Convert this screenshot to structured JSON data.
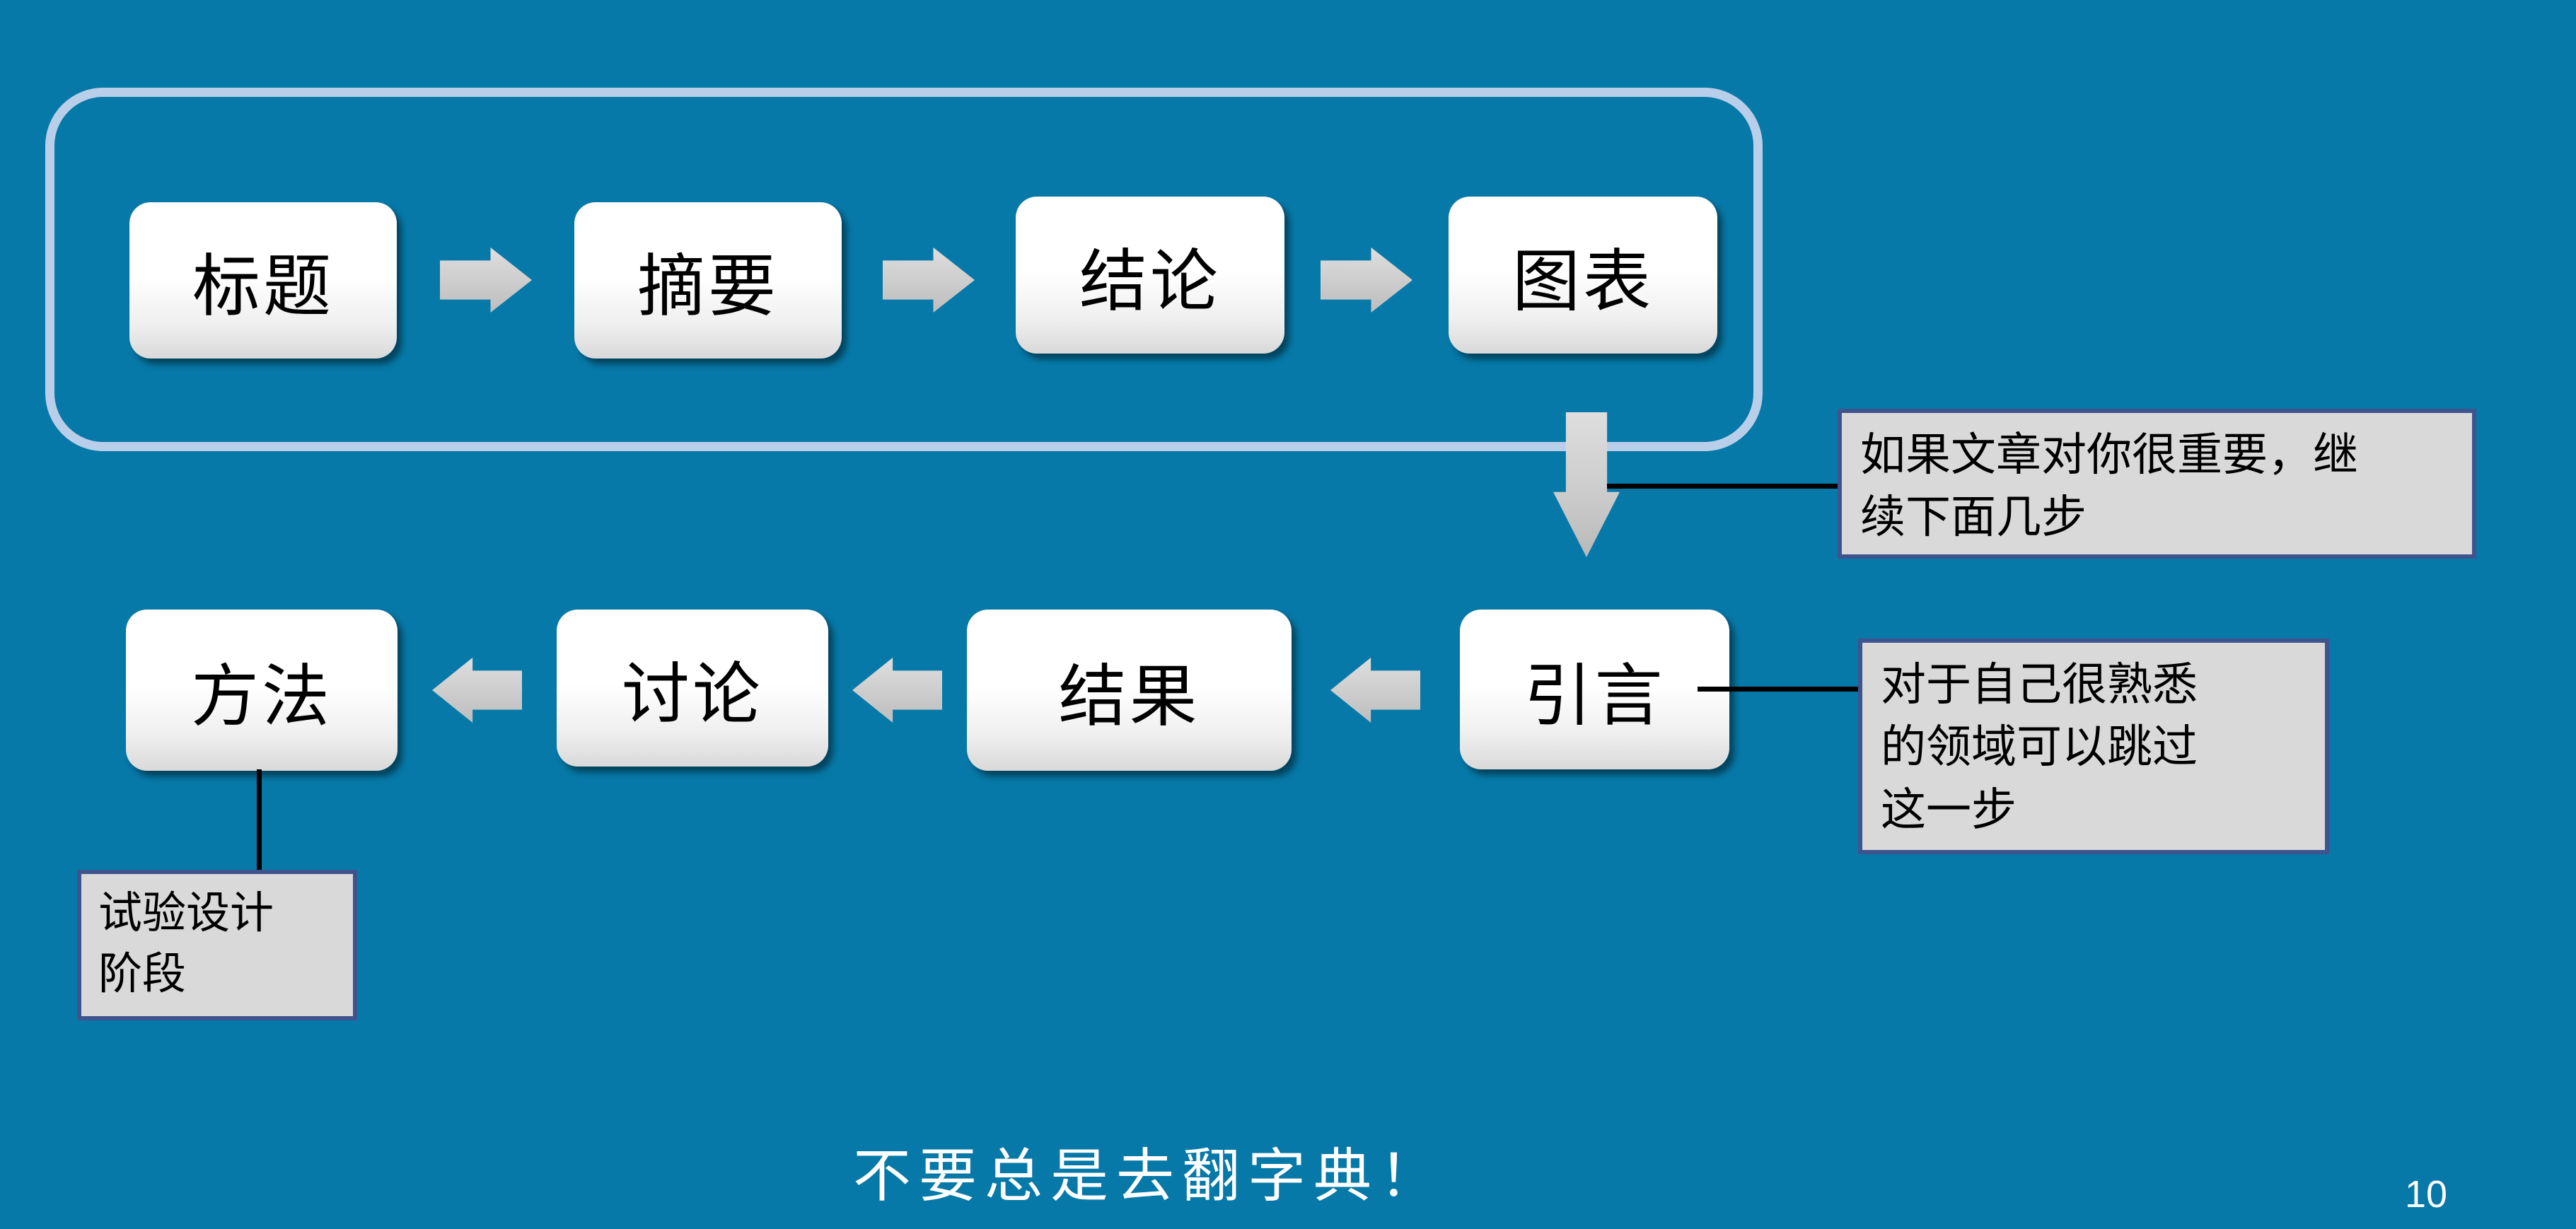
{
  "slide": {
    "kind": "presentation-slide-flowchart",
    "page_number": "10",
    "bottom_note": "不要总是去翻字典！"
  },
  "flow": {
    "row1": [
      {
        "label": "标题"
      },
      {
        "label": "摘要"
      },
      {
        "label": "结论"
      },
      {
        "label": "图表"
      }
    ],
    "row2": [
      {
        "label": "方法"
      },
      {
        "label": "讨论"
      },
      {
        "label": "结果"
      },
      {
        "label": "引言"
      }
    ],
    "callouts": {
      "continue_note": "如果文章对你很重要，继\n续下面几步",
      "skip_note": "对于自己很熟悉\n的领域可以跳过\n这一步",
      "design_stage_note": "试验设计\n阶段"
    }
  },
  "icons": {
    "right-arrow-icon": "→",
    "left-arrow-icon": "←",
    "down-arrow-icon": "↓"
  },
  "colors": {
    "background": "#0679a8",
    "frame_border": "#b9cfe9",
    "node_fill_top": "#ffffff",
    "node_fill_bottom": "#d9d9d9",
    "arrow_gray": "#cccccc",
    "callout_fill": "#d9d9d9",
    "callout_border": "#3f538e",
    "connector": "#000000",
    "text_dark": "#000000",
    "text_light": "#ffffff"
  }
}
